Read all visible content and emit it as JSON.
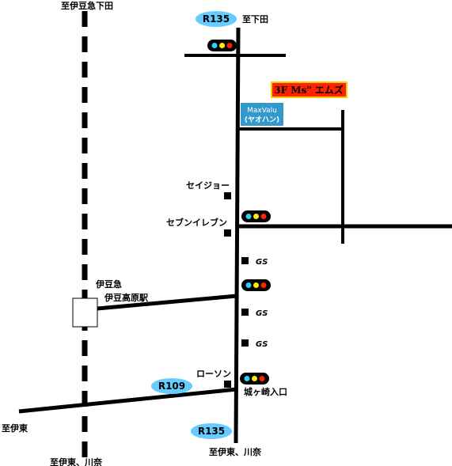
{
  "labels": {
    "top_left_destination": "至伊豆急下田",
    "top_right_destination": "至下田",
    "bottom_left_destination": "至伊東、川奈",
    "bottom_right_destination": "至伊東、川奈",
    "left_destination": "至伊東",
    "station_line1": "伊豆急",
    "station_line2": "伊豆高原駅",
    "seijo": "セイジョー",
    "seven_eleven": "セブンイレブン",
    "lawson": "ローソン",
    "jogasaki_entrance": "城ヶ崎入口",
    "gs_1": "GS",
    "gs_2": "GS",
    "gs_3": "GS"
  },
  "routes": {
    "r135_top": "R135",
    "r135_bottom": "R135",
    "r109": "R109"
  },
  "stores": {
    "maxvalu_line1": "MaxValu",
    "maxvalu_line2": "(ヤオハン)",
    "ems": "3F Ms\" エムズ"
  },
  "colors": {
    "route_badge": "#66ccff",
    "maxvalu_bg": "#3399cc",
    "ems_bg": "#ff2200",
    "ems_border": "#ffcc00",
    "signal_body": "#000000",
    "signal_blue": "#33ccff",
    "signal_yellow": "#ffee00",
    "signal_red": "#ff2200"
  }
}
